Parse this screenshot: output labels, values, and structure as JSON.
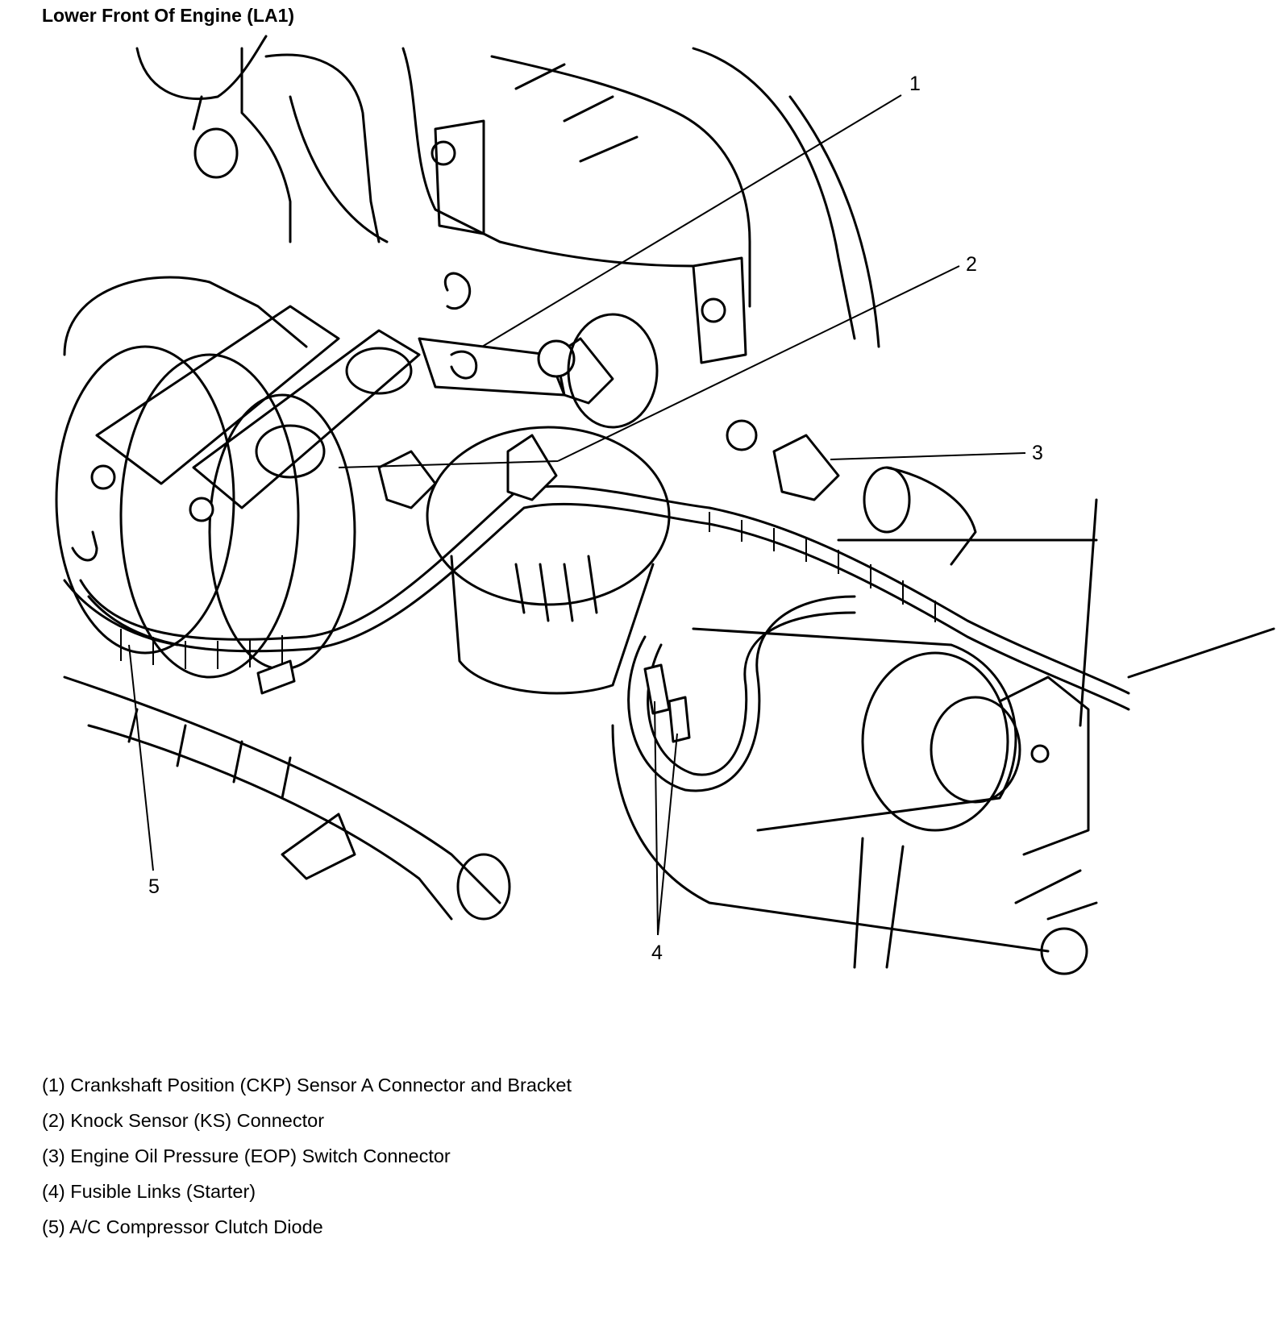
{
  "figure": {
    "title": "Lower Front Of Engine (LA1)"
  },
  "callouts": [
    "1",
    "2",
    "3",
    "4",
    "5"
  ],
  "legend": [
    "(1) Crankshaft Position (CKP) Sensor A Connector and Bracket",
    "(2) Knock Sensor (KS) Connector",
    "(3) Engine Oil Pressure (EOP) Switch Connector",
    "(4) Fusible Links (Starter)",
    "(5) A/C Compressor Clutch Diode"
  ]
}
